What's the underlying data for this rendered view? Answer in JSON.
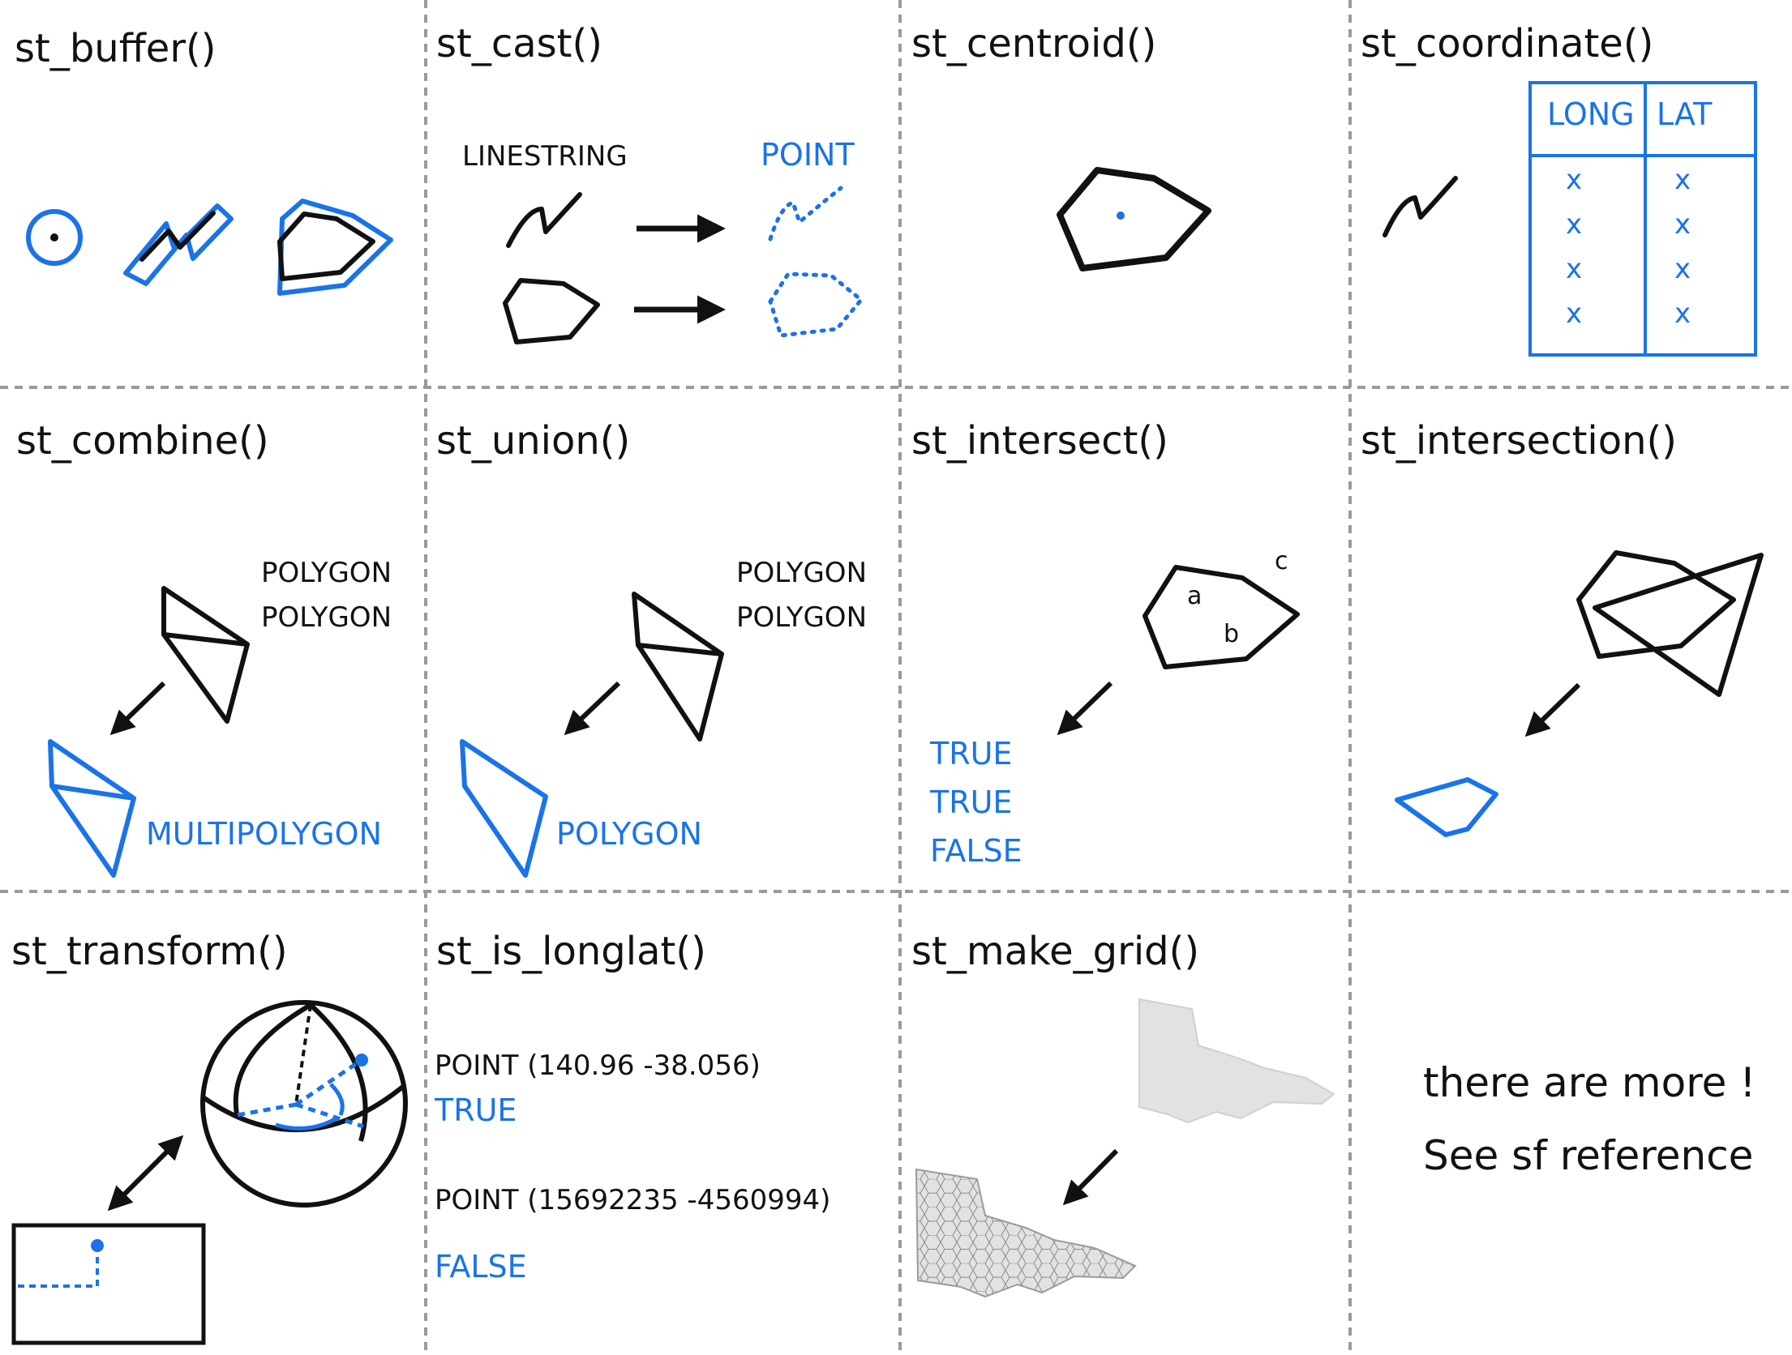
{
  "colors": {
    "accent": "#1a73e8",
    "ink": "#111111",
    "grid_line": "#9a9a9a",
    "map_fill": "#e2e2e2"
  },
  "cells": {
    "buffer": {
      "title": "st_buffer()"
    },
    "cast": {
      "title": "st_cast()",
      "from_label": "LINESTRING",
      "to_label": "POINT"
    },
    "centroid": {
      "title": "st_centroid()"
    },
    "coordinate": {
      "title": "st_coordinate()",
      "columns": [
        "LONG",
        "LAT"
      ],
      "cells": [
        "x",
        "x",
        "x",
        "x"
      ]
    },
    "combine": {
      "title": "st_combine()",
      "input_labels": [
        "POLYGON",
        "POLYGON"
      ],
      "output_label": "MULTIPOLYGON"
    },
    "union": {
      "title": "st_union()",
      "input_labels": [
        "POLYGON",
        "POLYGON"
      ],
      "output_label": "POLYGON"
    },
    "intersect": {
      "title": "st_intersect()",
      "point_labels": [
        "a",
        "b",
        "c"
      ],
      "results": [
        "TRUE",
        "TRUE",
        "FALSE"
      ]
    },
    "intersection": {
      "title": "st_intersection()"
    },
    "transform": {
      "title": "st_transform()"
    },
    "is_longlat": {
      "title": "st_is_longlat()",
      "examples": [
        {
          "geom": "POINT (140.96 -38.056)",
          "result": "TRUE"
        },
        {
          "geom": "POINT (15692235 -4560994)",
          "result": "FALSE"
        }
      ]
    },
    "make_grid": {
      "title": "st_make_grid()"
    },
    "more": {
      "lines": [
        "there are more !",
        "See sf reference"
      ]
    }
  }
}
